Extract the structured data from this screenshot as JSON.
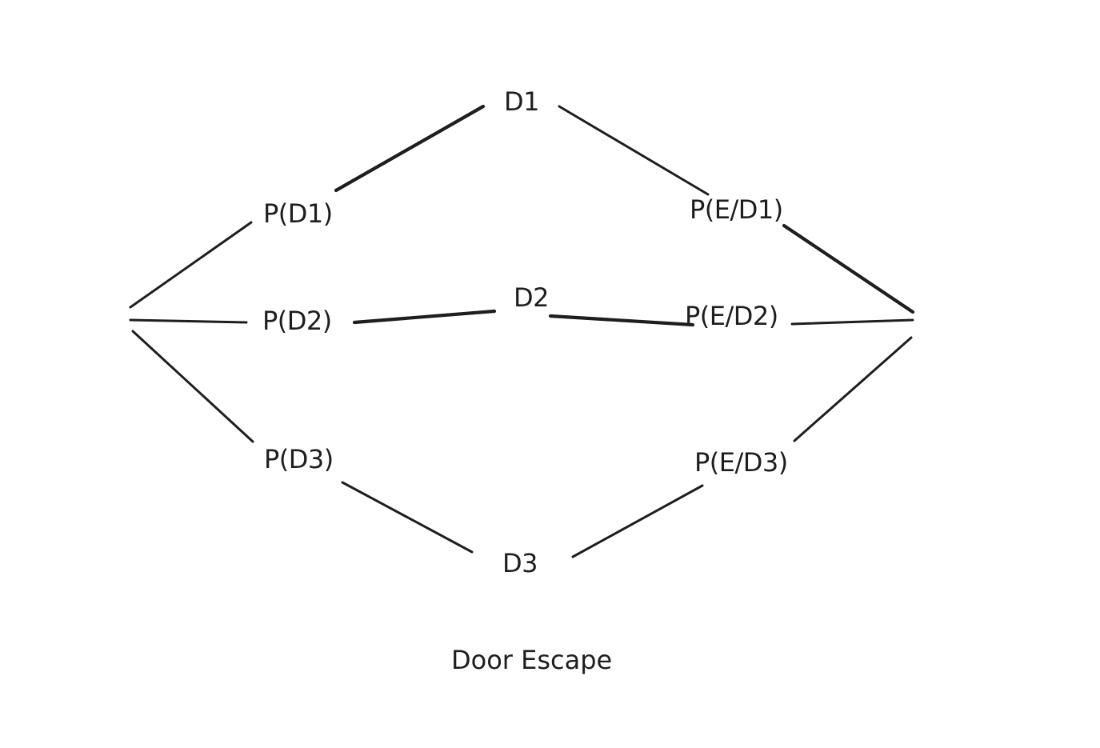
{
  "diagram": {
    "nodes": {
      "d1": "D1",
      "d2": "D2",
      "d3": "D3",
      "p_d1": "P(D1)",
      "p_d2": "P(D2)",
      "p_d3": "P(D3)",
      "p_e_d1": "P(E/D1)",
      "p_e_d2": "P(E/D2)",
      "p_e_d3": "P(E/D3)"
    },
    "caption": "Door Escape"
  }
}
